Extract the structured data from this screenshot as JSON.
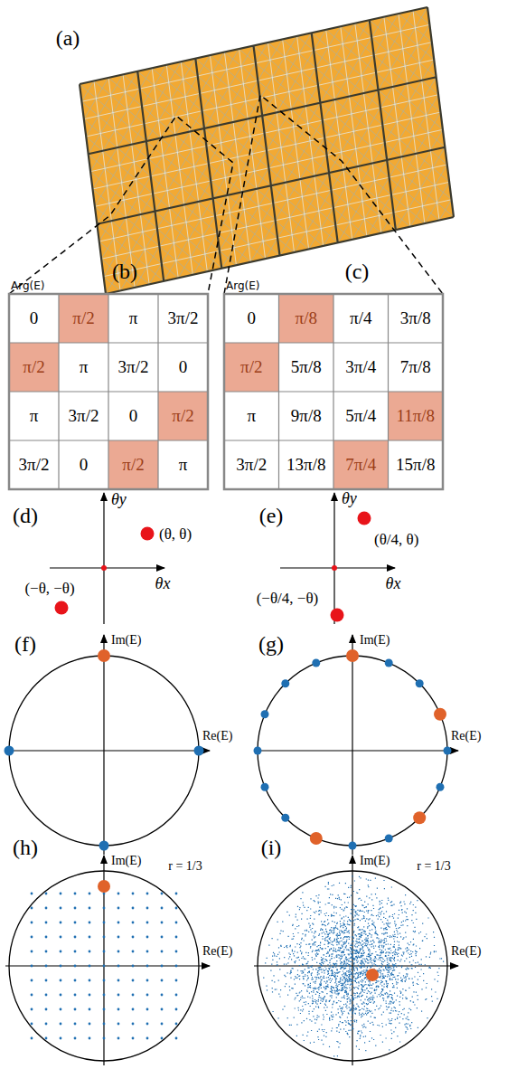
{
  "diagram": {
    "labels": [
      "(a)",
      "(b)",
      "Arg(E)",
      "0",
      "π/2",
      "π",
      "3π/2",
      "π/2",
      "π",
      "3π/2",
      "0",
      "π",
      "3π/2",
      "0",
      "π/2",
      "3π/2",
      "0",
      "π/2",
      "π",
      "(c)",
      "Arg(E)",
      "0",
      "π/8",
      "π/4",
      "3π/8",
      "π/2",
      "5π/8",
      "3π/4",
      "7π/8",
      "π",
      "9π/8",
      "5π/4",
      "11π/8",
      "3π/2",
      "13π/8",
      "7π/4",
      "15π/8",
      "(d)",
      "θy",
      "θx",
      "(θ, θ)",
      "(−θ, −θ)",
      "(e)",
      "θy",
      "θx",
      "(θ/4, θ)",
      "(−θ/4, −θ)",
      "(f)",
      "Im(E)",
      "Re(E)",
      "(g)",
      "Im(E)",
      "Re(E)",
      "(h)",
      "Im(E)",
      "Re(E)",
      "r = 1/3",
      "(i)",
      "Im(E)",
      "Re(E)",
      "r = 1/3"
    ]
  }
}
